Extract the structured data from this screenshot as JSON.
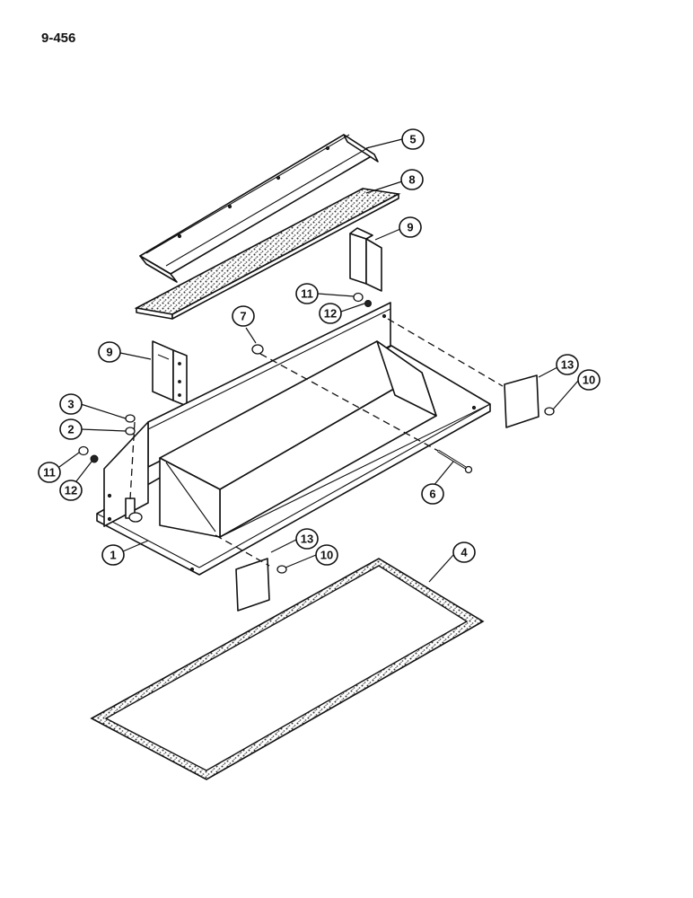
{
  "page": {
    "number": "9-456"
  },
  "callouts": [
    {
      "id": "c5",
      "label": "5"
    },
    {
      "id": "c8",
      "label": "8"
    },
    {
      "id": "c9a",
      "label": "9"
    },
    {
      "id": "c11a",
      "label": "11"
    },
    {
      "id": "c12a",
      "label": "12"
    },
    {
      "id": "c7",
      "label": "7"
    },
    {
      "id": "c9b",
      "label": "9"
    },
    {
      "id": "c13a",
      "label": "13"
    },
    {
      "id": "c10a",
      "label": "10"
    },
    {
      "id": "c3",
      "label": "3"
    },
    {
      "id": "c2",
      "label": "2"
    },
    {
      "id": "c11b",
      "label": "11"
    },
    {
      "id": "c12b",
      "label": "12"
    },
    {
      "id": "c6",
      "label": "6"
    },
    {
      "id": "c13b",
      "label": "13"
    },
    {
      "id": "c10b",
      "label": "10"
    },
    {
      "id": "c4",
      "label": "4"
    },
    {
      "id": "c1",
      "label": "1"
    }
  ],
  "colors": {
    "ink": "#111111",
    "paper": "#ffffff"
  }
}
